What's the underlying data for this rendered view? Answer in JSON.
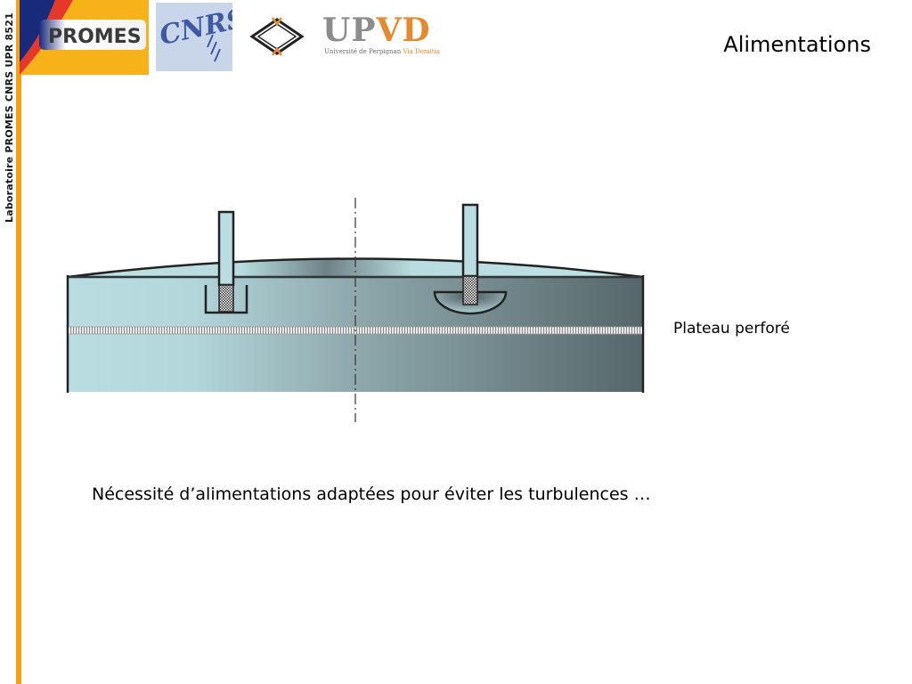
{
  "sidebar": {
    "label": "Laboratoire PROMES CNRS UPR 8521"
  },
  "logos": {
    "promes": "PROMES",
    "cnrs": "CNRS",
    "upvd_up": "UP",
    "upvd_vd": "VD",
    "upvd_sub_a": "Université de Perpignan",
    "upvd_sub_b": "Via Domitia"
  },
  "slide": {
    "title": "Alimentations",
    "plate_label": "Plateau perforé",
    "caption": "Nécessité d’alimentations adaptées pour éviter les turbulences …"
  },
  "colors": {
    "accent_bar": "#f4a214",
    "vessel_light": "#b9dde0",
    "vessel_dark": "#55666a",
    "upvd_orange": "#e7892d"
  }
}
